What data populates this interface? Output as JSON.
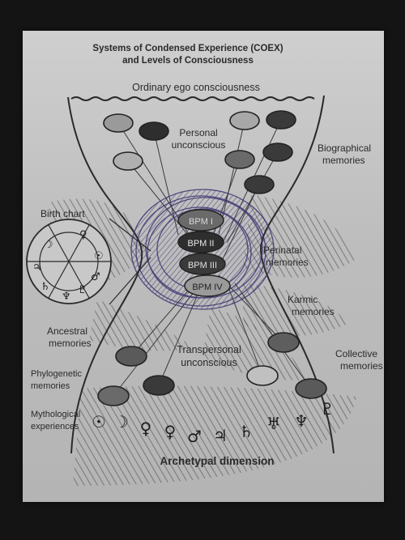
{
  "title": {
    "line1": "Systems of Condensed Experience (COEX)",
    "line2": "and Levels of Consciousness"
  },
  "labels": {
    "ordinary_ego": "Ordinary ego consciousness",
    "personal_unconscious_1": "Personal",
    "personal_unconscious_2": "unconscious",
    "biographical_1": "Biographical",
    "biographical_2": "memories",
    "birth_chart": "Birth chart",
    "perinatal_1": "Perinatal",
    "perinatal_2": "memories",
    "karmic_1": "Karmic",
    "karmic_2": "memories",
    "ancestral_1": "Ancestral",
    "ancestral_2": "memories",
    "transpersonal_1": "Transpersonal",
    "transpersonal_2": "unconscious",
    "collective_1": "Collective",
    "collective_2": "memories",
    "phylogenetic_1": "Phylogenetic",
    "phylogenetic_2": "memories",
    "mythological_1": "Mythological",
    "mythological_2": "experiences",
    "archetypal": "Archetypal dimension"
  },
  "bpm": [
    "BPM I",
    "BPM II",
    "BPM III",
    "BPM IV"
  ],
  "birth_chart_glyphs": [
    "☽",
    "♀",
    "☉",
    "♂",
    "♃",
    "♄",
    "♆",
    "♇"
  ],
  "planet_symbols": [
    "☉",
    "☽",
    "♀",
    "♀",
    "♂",
    "♃",
    "♄",
    "♅",
    "♆",
    "♇"
  ],
  "colors": {
    "paper": "#c4c4c4",
    "ink": "#2a2a2a",
    "pen_blue": "#3a3470",
    "hatch": "#5a5a5a"
  }
}
